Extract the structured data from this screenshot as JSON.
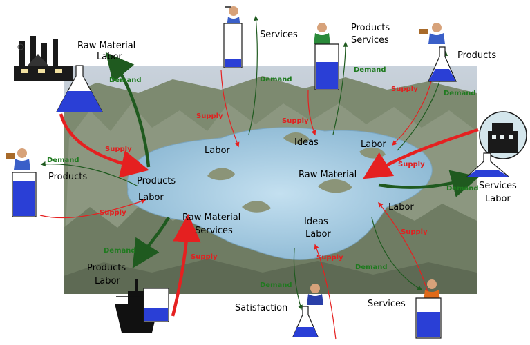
{
  "labels": {
    "raw_material_labor_1": "Raw Material",
    "raw_material_labor_2": "Labor",
    "services_top": "Services",
    "products_services_1": "Products",
    "products_services_2": "Services",
    "products_top_right": "Products",
    "products_left": "Products",
    "lake_products": "Products",
    "lake_labor_left": "Labor",
    "lake_labor_center": "Labor",
    "lake_ideas": "Ideas",
    "lake_labor_right": "Labor",
    "lake_raw_material": "Raw Material",
    "lake_raw_material_services_1": "Raw Material",
    "lake_raw_material_services_2": "Services",
    "lake_ideas_labor_1": "Ideas",
    "lake_ideas_labor_2": "Labor",
    "lake_labor_lower_right": "Labor",
    "services_labor_1": "Services",
    "services_labor_2": "Labor",
    "products_labor_1": "Products",
    "products_labor_2": "Labor",
    "satisfaction": "Satisfaction",
    "services_bottom": "Services"
  },
  "flow_labels": {
    "demand": "Demand",
    "supply": "Supply"
  },
  "colors": {
    "demand": "#1f5a1f",
    "supply": "#e52020",
    "water": "#a9cfe6",
    "terrain": "#7f8a72",
    "beaker_liquid": "#2a3fd6"
  },
  "icons": [
    "factory-icon",
    "worker-icon",
    "businessman-icon",
    "ship-icon",
    "building-icon",
    "beaker-icon",
    "flask-icon"
  ]
}
